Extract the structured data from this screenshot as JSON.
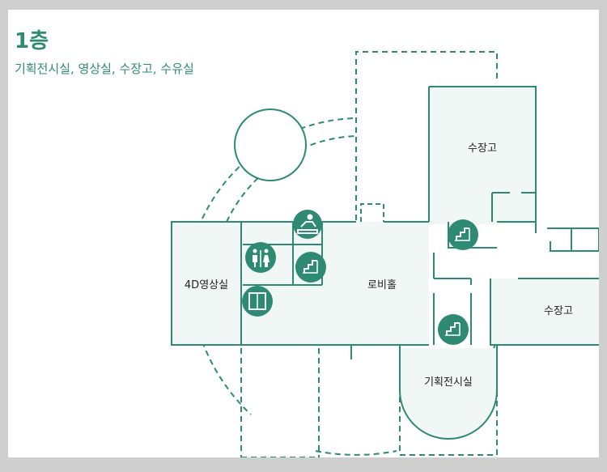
{
  "floor": {
    "title": "1층",
    "subtitle": "기획전시실, 영상실, 수장고, 수유실"
  },
  "rooms": {
    "storage_top": "수장고",
    "storage_right": "수장고",
    "cinema": "4D영상실",
    "lobby": "로비홀",
    "exhibition": "기획전시실"
  },
  "colors": {
    "wall": "#2e8a72",
    "fill": "#f1f7f5",
    "icon": "#2e8a72",
    "background": "#cfcfcf"
  },
  "icons": [
    "nursing-room-icon",
    "restroom-icon",
    "stairs-icon",
    "elevator-icon"
  ]
}
